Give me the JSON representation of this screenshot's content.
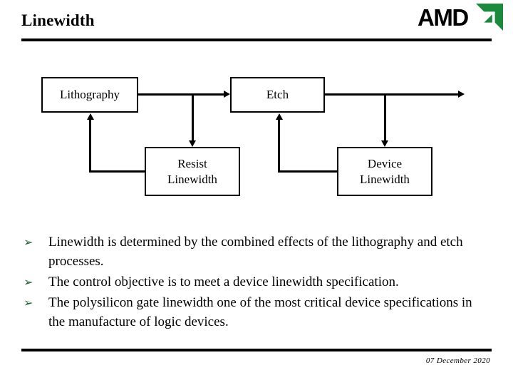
{
  "slide": {
    "title": "Linewidth",
    "footer_date": "07 December 2020"
  },
  "logo": {
    "wordmark": "AMD",
    "mark_icon": "amd-arrow-icon",
    "green": "#1a8a3c",
    "black": "#000000"
  },
  "diagram": {
    "nodes": [
      {
        "id": "lithography",
        "label": "Lithography"
      },
      {
        "id": "etch",
        "label": "Etch"
      },
      {
        "id": "resist",
        "label": "Resist\nLinewidth"
      },
      {
        "id": "device",
        "label": "Device\nLinewidth"
      }
    ],
    "node_labels": {
      "lithography": "Lithography",
      "etch": "Etch",
      "resist_line1": "Resist",
      "resist_line2": "Linewidth",
      "device_line1": "Device",
      "device_line2": "Linewidth"
    },
    "edges": [
      {
        "from": "lithography",
        "to": "etch",
        "style": "arrow-right"
      },
      {
        "from": "lithography",
        "to": "resist",
        "style": "arrow-down"
      },
      {
        "from": "resist",
        "to": "lithography",
        "style": "feedback-arrow-up"
      },
      {
        "from": "etch",
        "to": "output",
        "style": "arrow-right"
      },
      {
        "from": "etch",
        "to": "device",
        "style": "arrow-down"
      },
      {
        "from": "device",
        "to": "etch",
        "style": "feedback-arrow-up"
      }
    ]
  },
  "bullets": {
    "marker": "➢",
    "items": [
      "Linewidth is determined by the combined effects of the lithography and etch processes.",
      "The control objective is to meet a device linewidth specification.",
      "The polysilicon gate linewidth one of the most critical device specifications in the manufacture of logic devices."
    ]
  }
}
